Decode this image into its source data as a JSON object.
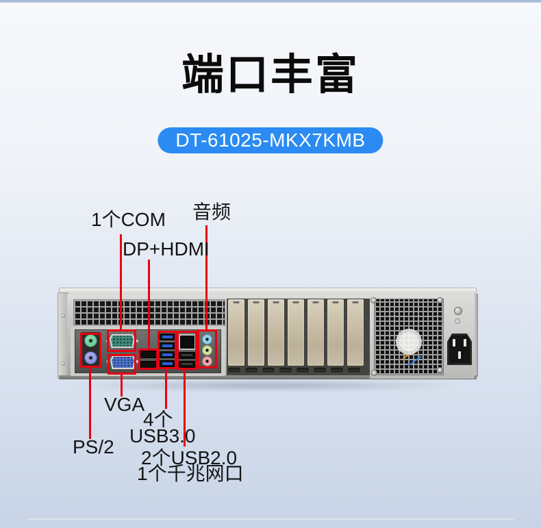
{
  "header": {
    "title": "端口丰富",
    "model_badge": "DT-61025-MKX7KMB"
  },
  "callouts": {
    "com": "1个COM",
    "audio": "音频",
    "dp_hdmi": "DP+HDMI",
    "vga": "VGA",
    "usb3_count": "4个",
    "usb3_name": "USB3.0",
    "ps2": "PS/2",
    "usb2": "2个USB2.0",
    "lan": "1个千兆网口"
  },
  "ports": {
    "ps2_mouse": "PS/2 mouse",
    "ps2_keyboard": "PS/2 keyboard",
    "com": "COM (DB9)",
    "vga": "VGA (DB15)",
    "dp": "DisplayPort",
    "hdmi": "HDMI",
    "usb3": "USB 3.0 x4",
    "lan": "Gigabit LAN",
    "usb2": "USB 2.0 x2",
    "audio": "Line-in / Line-out / Mic",
    "power": "AC power inlet"
  },
  "colors": {
    "badge_blue": "#2b8bf2",
    "annotation_red": "#e60012",
    "ps2_mouse_green": "#57c693",
    "ps2_keyboard_purple": "#7d85da",
    "com_teal": "#41897b",
    "vga_blue": "#4e72c8",
    "usb3_blue": "#2b5fd9",
    "audio_line_in": "#8fd3ef",
    "audio_line_out": "#cfe3a0",
    "audio_mic": "#f2a3ab"
  }
}
